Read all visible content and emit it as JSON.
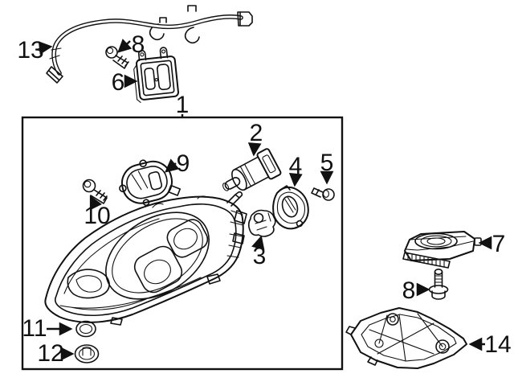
{
  "diagram": {
    "kind": "exploded-parts-diagram",
    "subject": "headlamp-assembly",
    "background": "#ffffff",
    "line_color": "#111111",
    "callouts": [
      {
        "label": "13",
        "part": "wiring-harness"
      },
      {
        "label": "8",
        "part": "screw-upper"
      },
      {
        "label": "6",
        "part": "control-module"
      },
      {
        "label": "1",
        "part": "headlamp-assembly-box"
      },
      {
        "label": "2",
        "part": "bulb-and-socket"
      },
      {
        "label": "9",
        "part": "access-cover"
      },
      {
        "label": "10",
        "part": "screw-left"
      },
      {
        "label": "4",
        "part": "retainer-cover"
      },
      {
        "label": "5",
        "part": "screw-small"
      },
      {
        "label": "3",
        "part": "bulb-holder"
      },
      {
        "label": "11",
        "part": "seal-ring"
      },
      {
        "label": "12",
        "part": "cap"
      },
      {
        "label": "7",
        "part": "led-module"
      },
      {
        "label": "8",
        "part": "bolt-right"
      },
      {
        "label": "14",
        "part": "mounting-bracket"
      }
    ]
  }
}
